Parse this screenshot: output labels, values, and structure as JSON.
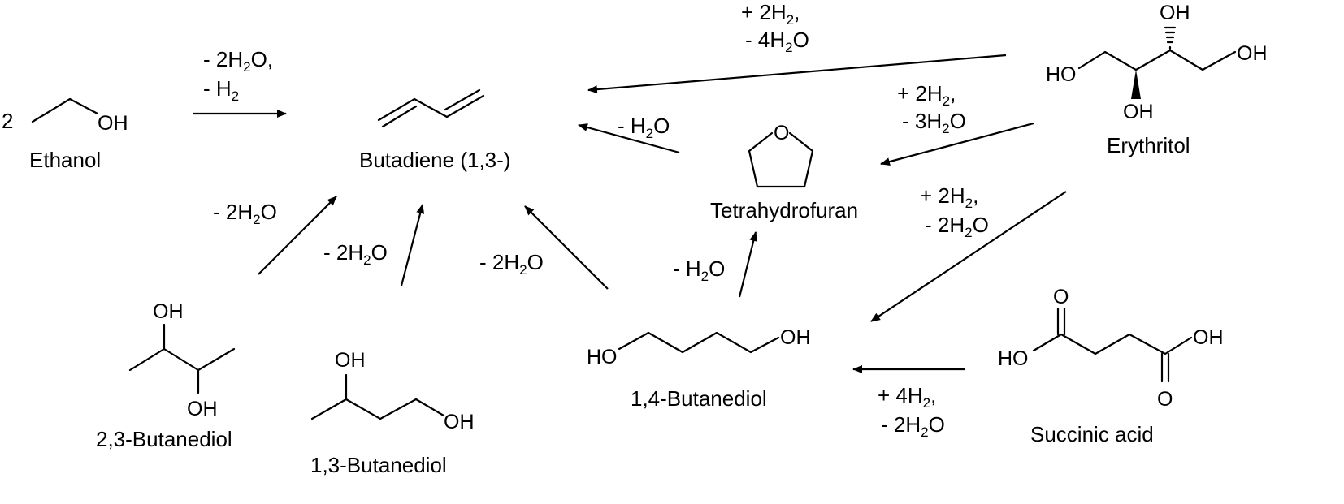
{
  "colors": {
    "ink": "#000000",
    "background": "#ffffff"
  },
  "compounds": {
    "ethanol": {
      "name": "Ethanol",
      "coefficient": "2",
      "oh": "OH"
    },
    "butadiene": {
      "name": "Butadiene (1,3-)"
    },
    "tetrahydrofuran": {
      "name": "Tetrahydrofuran",
      "o": "O"
    },
    "erythritol": {
      "name": "Erythritol",
      "oh_top": "OH",
      "oh_right": "OH",
      "ho_left": "HO",
      "oh_bottom": "OH"
    },
    "bd23": {
      "name": "2,3-Butanediol",
      "oh_top": "OH",
      "oh_bottom": "OH"
    },
    "bd13": {
      "name": "1,3-Butanediol",
      "oh_top": "OH",
      "oh_right": "OH"
    },
    "bd14": {
      "name": "1,4-Butanediol",
      "ho": "HO",
      "oh": "OH"
    },
    "succinic": {
      "name": "Succinic acid",
      "o_top": "O",
      "oh": "OH",
      "ho": "HO",
      "o_bottom": "O"
    }
  },
  "reactions": {
    "ethanol_line1": {
      "a": "- 2H",
      "s": "2",
      "b": "O,"
    },
    "ethanol_line2": {
      "a": "- H",
      "s": "2",
      "b": ""
    },
    "ery_to_bd_line1": {
      "a": "+ 2H",
      "s": "2",
      "b": ","
    },
    "ery_to_bd_line2": {
      "a": "- 4H",
      "s": "2",
      "b": "O"
    },
    "thf_to_bd": {
      "a": "- H",
      "s": "2",
      "b": "O"
    },
    "ery_to_thf_line1": {
      "a": "+ 2H",
      "s": "2",
      "b": ","
    },
    "ery_to_thf_line2": {
      "a": "- 3H",
      "s": "2",
      "b": "O"
    },
    "ery_to_bd14_line1": {
      "a": "+ 2H",
      "s": "2",
      "b": ","
    },
    "ery_to_bd14_line2": {
      "a": "- 2H",
      "s": "2",
      "b": "O"
    },
    "bd23_to_bd": {
      "a": "- 2H",
      "s": "2",
      "b": "O"
    },
    "bd13_to_bd": {
      "a": "- 2H",
      "s": "2",
      "b": "O"
    },
    "bd14_to_bd": {
      "a": "- 2H",
      "s": "2",
      "b": "O"
    },
    "bd14_to_thf": {
      "a": "- H",
      "s": "2",
      "b": "O"
    },
    "succ_to_bd14_line1": {
      "a": "+ 4H",
      "s": "2",
      "b": ","
    },
    "succ_to_bd14_line2": {
      "a": "- 2H",
      "s": "2",
      "b": "O"
    }
  }
}
